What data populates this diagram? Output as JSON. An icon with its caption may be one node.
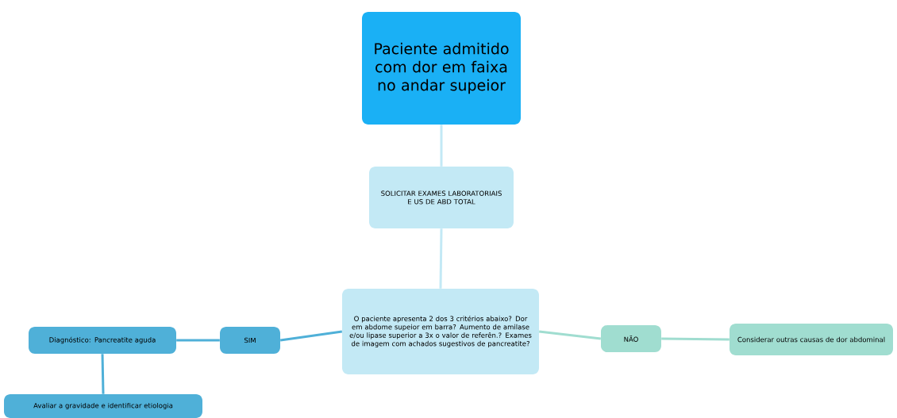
{
  "diagram": {
    "nodes": [
      {
        "text": [
          "Paciente admitido com dor em faixa no andar supeior"
        ]
      },
      {
        "text": [
          "SOLICITAR EXAMES LABORATORIAIS E US DE ABD TOTAL"
        ]
      },
      {
        "text": [
          "O paciente apresenta 2 dos 3 critérios abaixo? Dor em abdome supeior em barra? Aumento de amilase e/ou lipase superior a 3x o valor de referên.? Exames de imagem com achados sugestivos de pancreatite?"
        ]
      },
      {
        "text": [
          "SIM"
        ]
      },
      {
        "text": [
          "Diagnóstico: Pancreatite aguda"
        ]
      },
      {
        "text": [
          "Avaliar a gravidade e identificar etiologia"
        ]
      },
      {
        "text": [
          "NÃO"
        ]
      },
      {
        "text": [
          "Considerar outras causas de dor abdominal"
        ]
      }
    ],
    "edges": [
      {
        "from": 0,
        "to": 1,
        "arrow": "none",
        "color": "#c3e9f5"
      },
      {
        "from": 1,
        "to": 2,
        "arrow": "none",
        "color": "#c3e9f5"
      },
      {
        "from": 2,
        "to": 3,
        "arrow": "none",
        "color": "#4fb0d8"
      },
      {
        "from": 3,
        "to": 4,
        "arrow": "none",
        "color": "#4fb0d8"
      },
      {
        "from": 4,
        "to": 5,
        "arrow": "none",
        "color": "#4fb0d8"
      },
      {
        "from": 2,
        "to": 6,
        "arrow": "none",
        "color": "#a0ddd0"
      },
      {
        "from": 6,
        "to": 7,
        "arrow": "none",
        "color": "#a0ddd0"
      }
    ]
  }
}
